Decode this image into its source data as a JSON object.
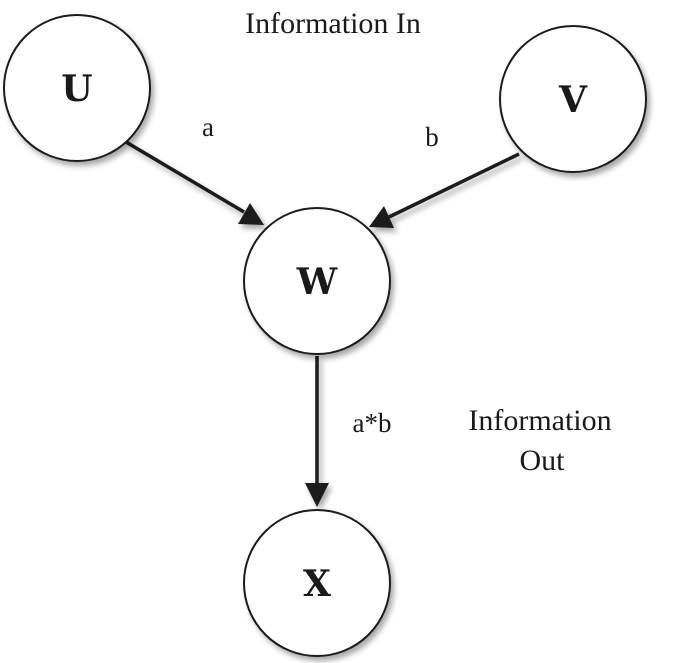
{
  "captions": {
    "information_in": "Information In",
    "information_out_line1": "Information",
    "information_out_line2": "Out"
  },
  "nodes": {
    "u": "U",
    "v": "V",
    "w": "W",
    "x": "X"
  },
  "edges": {
    "u_to_w": "a",
    "v_to_w": "b",
    "w_to_x": "a*b"
  },
  "colors": {
    "ink": "#1a1a1a",
    "background": "#ffffff"
  }
}
